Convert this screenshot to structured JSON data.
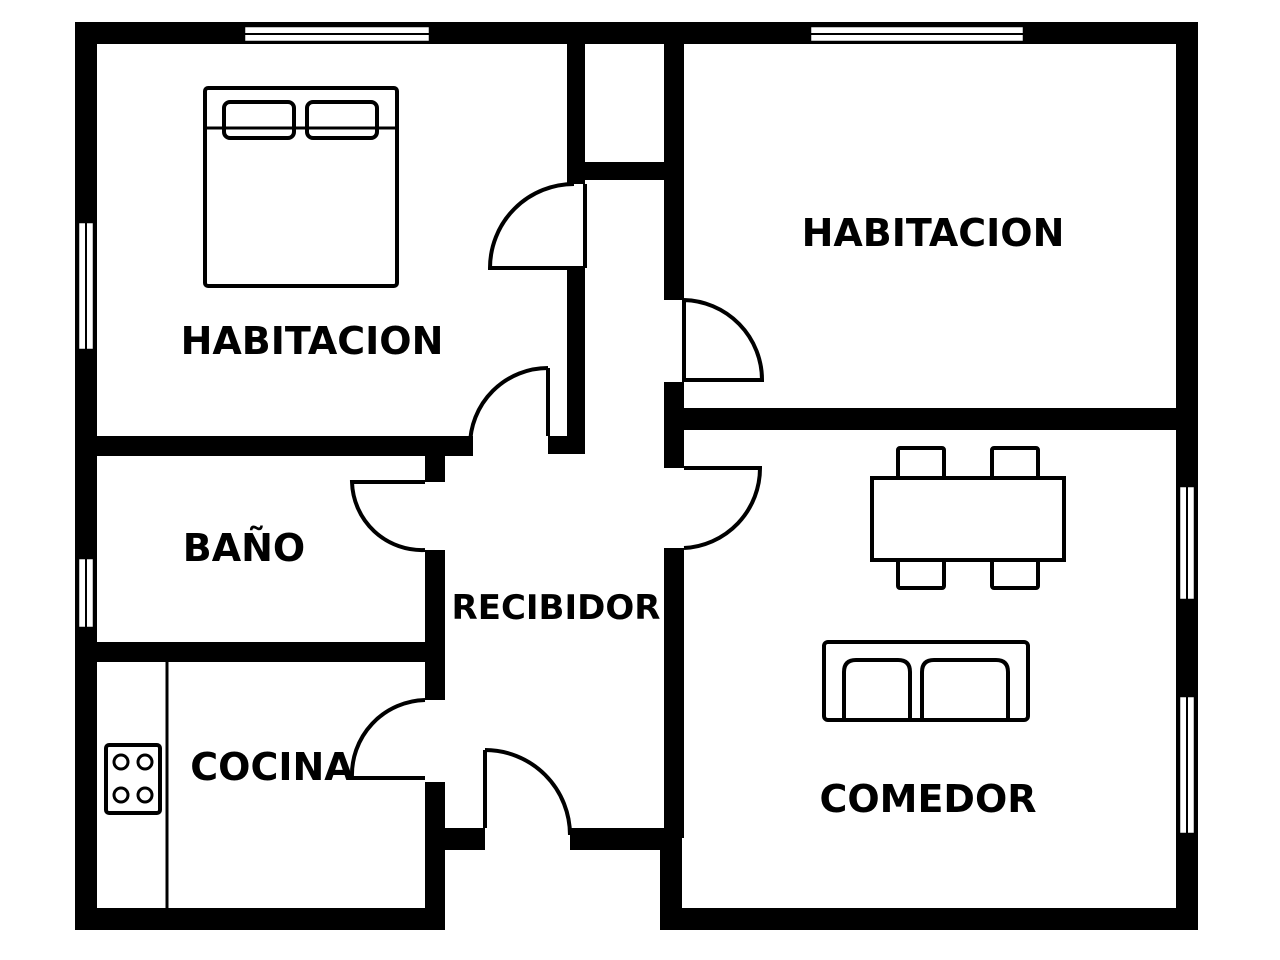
{
  "plan": {
    "colors": {
      "wall": "#000000",
      "background": "#ffffff"
    },
    "rooms": {
      "bedroom_1": "HABITACION",
      "bedroom_2": "HABITACION",
      "bathroom": "BAÑO",
      "hall": "RECIBIDOR",
      "kitchen": "COCINA",
      "living": "COMEDOR"
    },
    "furniture": [
      "double-bed",
      "dining-table-with-4-chairs",
      "two-seat-sofa",
      "stove-4-burners",
      "kitchen-counter"
    ]
  }
}
